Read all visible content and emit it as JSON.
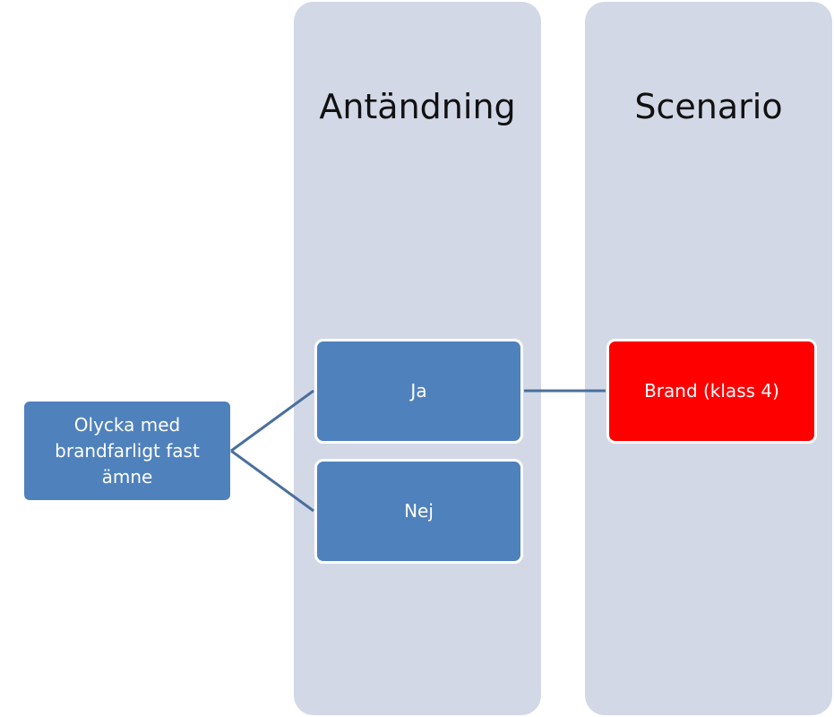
{
  "columns": {
    "antandning": {
      "title": "Antändning"
    },
    "scenario": {
      "title": "Scenario"
    }
  },
  "nodes": {
    "start": {
      "label": "Olycka med brandfarligt fast ämne"
    },
    "ja": {
      "label": "Ja"
    },
    "nej": {
      "label": "Nej"
    },
    "brand": {
      "label": "Brand (klass 4)"
    }
  },
  "colors": {
    "column_bg": "#d3d8e7",
    "node_blue": "#4f81bd",
    "node_red": "#ff0000",
    "connector": "#4a6f9c"
  }
}
